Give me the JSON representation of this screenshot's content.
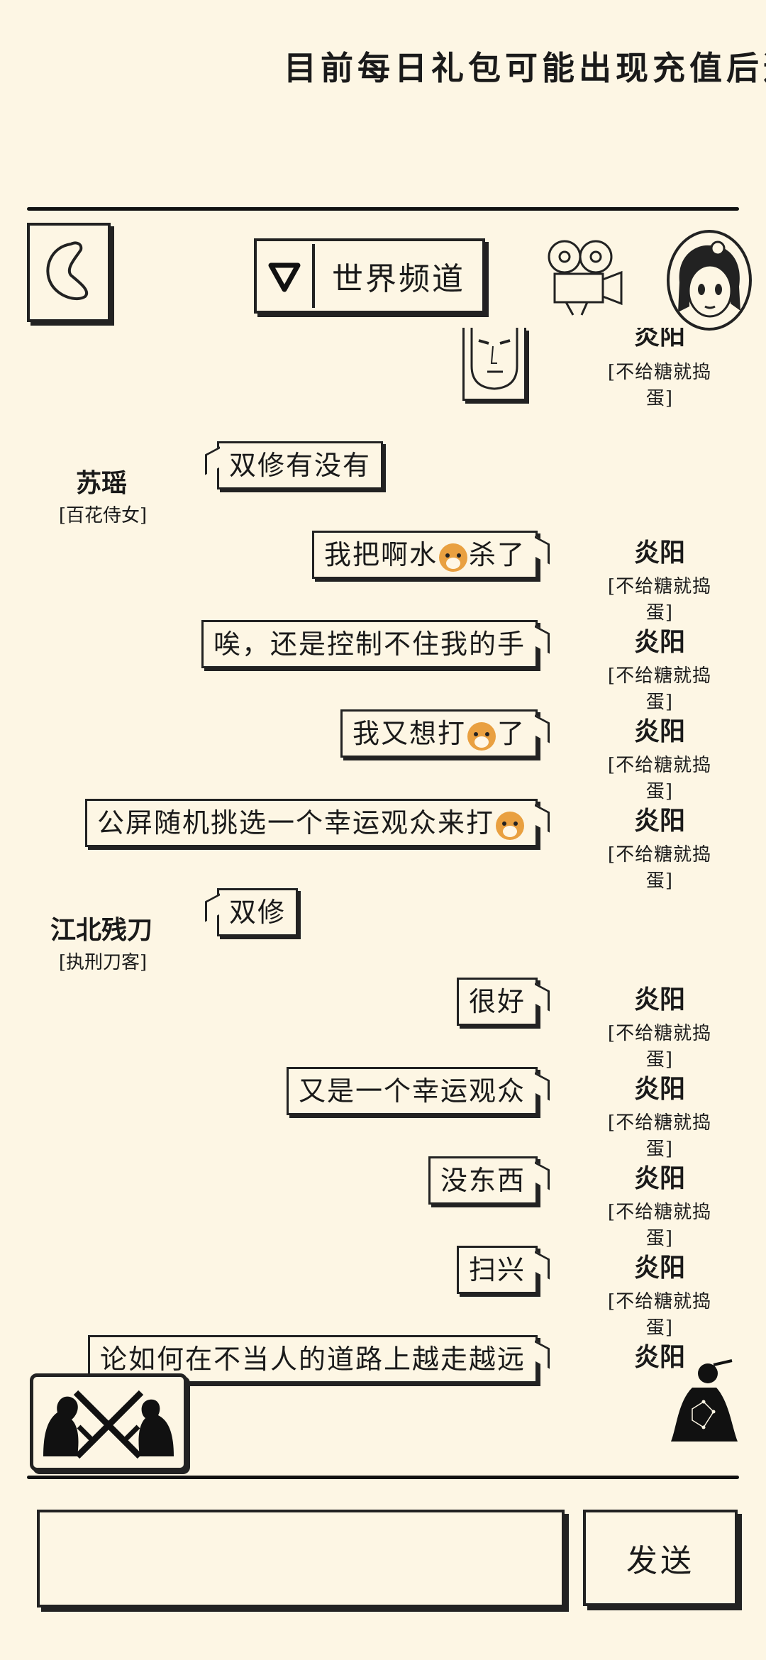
{
  "announcement": "目前每日礼包可能出现充值后道具不",
  "header": {
    "back_icon": "back-arrow-icon",
    "channel_label": "世界频道",
    "dropdown_icon": "triangle-down-icon",
    "camera_icon": "film-camera-icon",
    "avatar_icon": "girl-avatar-icon"
  },
  "messages": [
    {
      "side": "left",
      "text": "双修有没有",
      "sender": "苏瑶",
      "title": "[百花侍女]"
    },
    {
      "side": "right",
      "pre": "我把啊水",
      "emoji": true,
      "post": "杀了",
      "sender": "炎阳",
      "title": "[不给糖就捣蛋]"
    },
    {
      "side": "right",
      "pre": "唉，还是控制不住我的手",
      "emoji": false,
      "post": "",
      "sender": "炎阳",
      "title": "[不给糖就捣蛋]"
    },
    {
      "side": "right",
      "pre": "我又想打",
      "emoji": true,
      "post": "了",
      "sender": "炎阳",
      "title": "[不给糖就捣蛋]"
    },
    {
      "side": "right",
      "pre": "公屏随机挑选一个幸运观众来打",
      "emoji": true,
      "post": "",
      "sender": "炎阳",
      "title": "[不给糖就捣蛋]"
    },
    {
      "side": "left",
      "text": "双修",
      "sender": "江北残刀",
      "title": "[执刑刀客]"
    },
    {
      "side": "right",
      "pre": "很好",
      "emoji": false,
      "post": "",
      "sender": "炎阳",
      "title": "[不给糖就捣蛋]"
    },
    {
      "side": "right",
      "pre": "又是一个幸运观众",
      "emoji": false,
      "post": "",
      "sender": "炎阳",
      "title": "[不给糖就捣蛋]"
    },
    {
      "side": "right",
      "pre": "没东西",
      "emoji": false,
      "post": "",
      "sender": "炎阳",
      "title": "[不给糖就捣蛋]"
    },
    {
      "side": "right",
      "pre": "扫兴",
      "emoji": false,
      "post": "",
      "sender": "炎阳",
      "title": "[不给糖就捣蛋]"
    },
    {
      "side": "right",
      "pre": "论如何在不当人的道路上越走越远",
      "emoji": false,
      "post": "",
      "sender": "炎阳",
      "title": ""
    }
  ],
  "top_partial": {
    "sender": "炎阳",
    "title": "[不给糖就捣蛋]"
  },
  "bottom": {
    "pvp_icon": "duel-swords-icon",
    "meditate_icon": "meditation-figure-icon",
    "input_value": "",
    "send_label": "发送"
  }
}
